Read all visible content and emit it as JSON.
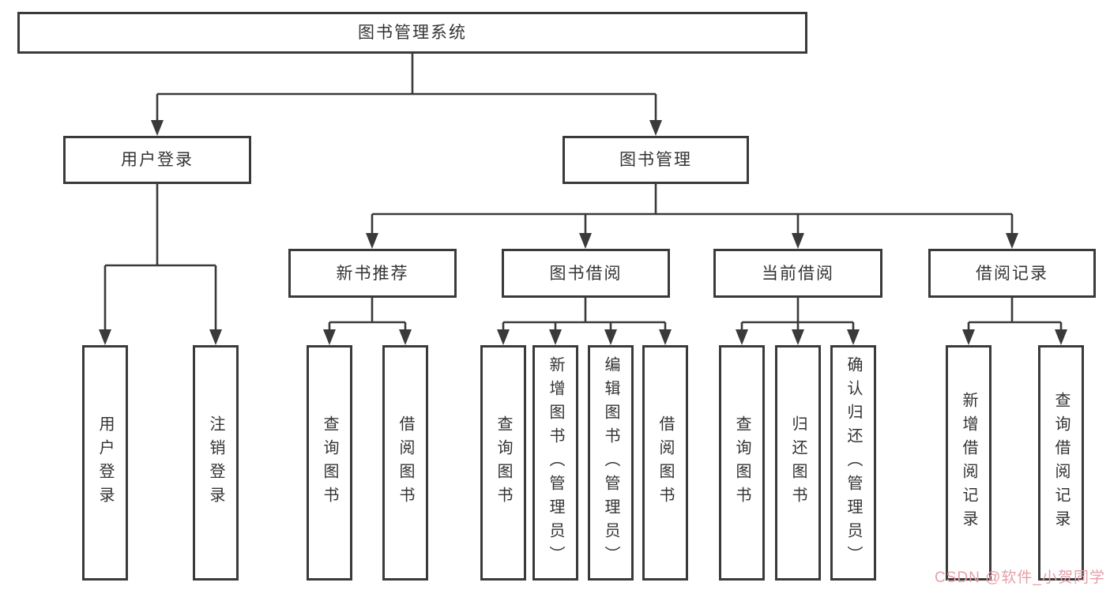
{
  "tree": {
    "root": {
      "label": "图书管理系统",
      "children": [
        {
          "label": "用户登录",
          "children": [
            {
              "label": "用户登录"
            },
            {
              "label": "注销登录"
            }
          ]
        },
        {
          "label": "图书管理",
          "children": [
            {
              "label": "新书推荐",
              "children": [
                {
                  "label": "查询图书"
                },
                {
                  "label": "借阅图书"
                }
              ]
            },
            {
              "label": "图书借阅",
              "children": [
                {
                  "label": "查询图书"
                },
                {
                  "label": "新增图书（管理员）"
                },
                {
                  "label": "编辑图书（管理员）"
                },
                {
                  "label": "借阅图书"
                }
              ]
            },
            {
              "label": "当前借阅",
              "children": [
                {
                  "label": "查询图书"
                },
                {
                  "label": "归还图书"
                },
                {
                  "label": "确认归还（管理员）"
                }
              ]
            },
            {
              "label": "借阅记录",
              "children": [
                {
                  "label": "新增借阅记录"
                },
                {
                  "label": "查询借阅记录"
                }
              ]
            }
          ]
        }
      ]
    }
  },
  "watermark": {
    "text": "CSDN @软件_小贺同学",
    "color": "#e79ea7"
  },
  "colors": {
    "line": "#3a3a3a",
    "box_border": "#3a3a3a",
    "text": "#333333",
    "background": "#ffffff"
  }
}
